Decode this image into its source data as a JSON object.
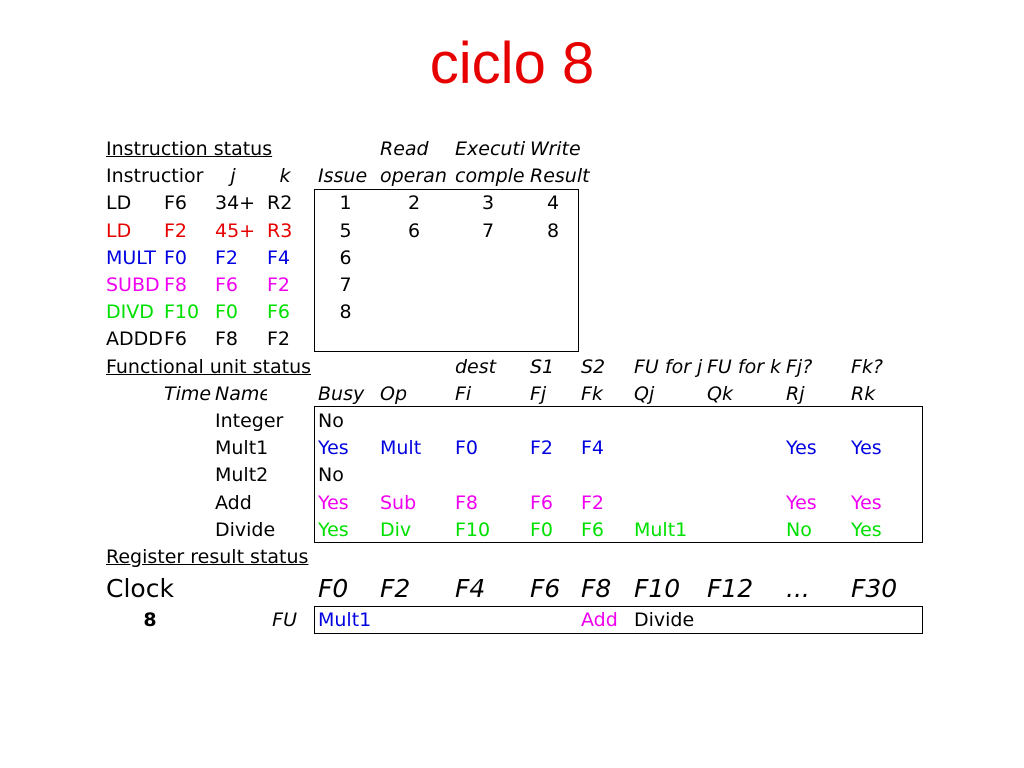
{
  "title": "ciclo 8",
  "colors": {
    "title": "#e60000",
    "black": "#000000",
    "red": "#e60000",
    "blue": "#0000e0",
    "magenta": "#f000f0",
    "green": "#00e000"
  },
  "instruction_status": {
    "section_label": "Instruction status",
    "headers_row1": {
      "read": "Read",
      "execute": "Executi",
      "write": "Write"
    },
    "headers_row2": {
      "instruction": "Instructior",
      "j": "j",
      "k": "k",
      "issue": "Issue",
      "read": "operan",
      "execute": "comple",
      "write": "Result"
    },
    "rows": [
      {
        "op": "LD",
        "dst": "F6",
        "j": "34+",
        "k": "R2",
        "issue": "1",
        "read": "2",
        "exec": "3",
        "write": "4",
        "color": "#000000"
      },
      {
        "op": "LD",
        "dst": "F2",
        "j": "45+",
        "k": "R3",
        "issue": "5",
        "read": "6",
        "exec": "7",
        "write": "8",
        "color": "#e60000"
      },
      {
        "op": "MULT",
        "dst": "F0",
        "j": "F2",
        "k": "F4",
        "issue": "6",
        "read": "",
        "exec": "",
        "write": "",
        "color": "#0000e0"
      },
      {
        "op": "SUBD",
        "dst": "F8",
        "j": "F6",
        "k": "F2",
        "issue": "7",
        "read": "",
        "exec": "",
        "write": "",
        "color": "#f000f0"
      },
      {
        "op": "DIVD",
        "dst": "F10",
        "j": "F0",
        "k": "F6",
        "issue": "8",
        "read": "",
        "exec": "",
        "write": "",
        "color": "#00e000"
      },
      {
        "op": "ADDD",
        "dst": "F6",
        "j": "F8",
        "k": "F2",
        "issue": "",
        "read": "",
        "exec": "",
        "write": "",
        "color": "#000000"
      }
    ]
  },
  "functional_unit_status": {
    "section_label": "Functional unit status",
    "headers_row1": {
      "dest": "dest",
      "s1": "S1",
      "s2": "S2",
      "fuj": "FU for j",
      "fuk": "FU for k",
      "fj": "Fj?",
      "fk": "Fk?"
    },
    "headers_row2": {
      "time": "Time",
      "name": "Name",
      "busy": "Busy",
      "op": "Op",
      "fi": "Fi",
      "fj": "Fj",
      "fk": "Fk",
      "qj": "Qj",
      "qk": "Qk",
      "rj": "Rj",
      "rk": "Rk"
    },
    "rows": [
      {
        "name": "Integer",
        "busy": "No",
        "op": "",
        "fi": "",
        "fj": "",
        "fk": "",
        "qj": "",
        "qk": "",
        "rj": "",
        "rk": "",
        "color": "#000000"
      },
      {
        "name": "Mult1",
        "busy": "Yes",
        "op": "Mult",
        "fi": "F0",
        "fj": "F2",
        "fk": "F4",
        "qj": "",
        "qk": "",
        "rj": "Yes",
        "rk": "Yes",
        "color": "#0000e0"
      },
      {
        "name": "Mult2",
        "busy": "No",
        "op": "",
        "fi": "",
        "fj": "",
        "fk": "",
        "qj": "",
        "qk": "",
        "rj": "",
        "rk": "",
        "color": "#000000"
      },
      {
        "name": "Add",
        "busy": "Yes",
        "op": "Sub",
        "fi": "F8",
        "fj": "F6",
        "fk": "F2",
        "qj": "",
        "qk": "",
        "rj": "Yes",
        "rk": "Yes",
        "color": "#f000f0"
      },
      {
        "name": "Divide",
        "busy": "Yes",
        "op": "Div",
        "fi": "F10",
        "fj": "F0",
        "fk": "F6",
        "qj": "Mult1",
        "qk": "",
        "rj": "No",
        "rk": "Yes",
        "color": "#00e000"
      }
    ]
  },
  "register_result_status": {
    "section_label": "Register result status",
    "clock_label": "Clock",
    "clock_value": "8",
    "fu_label": "FU",
    "registers": [
      "F0",
      "F2",
      "F4",
      "F6",
      "F8",
      "F10",
      "F12",
      "...",
      "F30"
    ],
    "fu_values": [
      {
        "text": "Mult1",
        "color": "#0000e0"
      },
      {
        "text": "",
        "color": "#000000"
      },
      {
        "text": "",
        "color": "#000000"
      },
      {
        "text": "",
        "color": "#000000"
      },
      {
        "text": "Add",
        "color": "#f000f0"
      },
      {
        "text": "Divide",
        "color": "#000000"
      },
      {
        "text": "",
        "color": "#000000"
      },
      {
        "text": "",
        "color": "#000000"
      },
      {
        "text": "",
        "color": "#000000"
      }
    ]
  }
}
